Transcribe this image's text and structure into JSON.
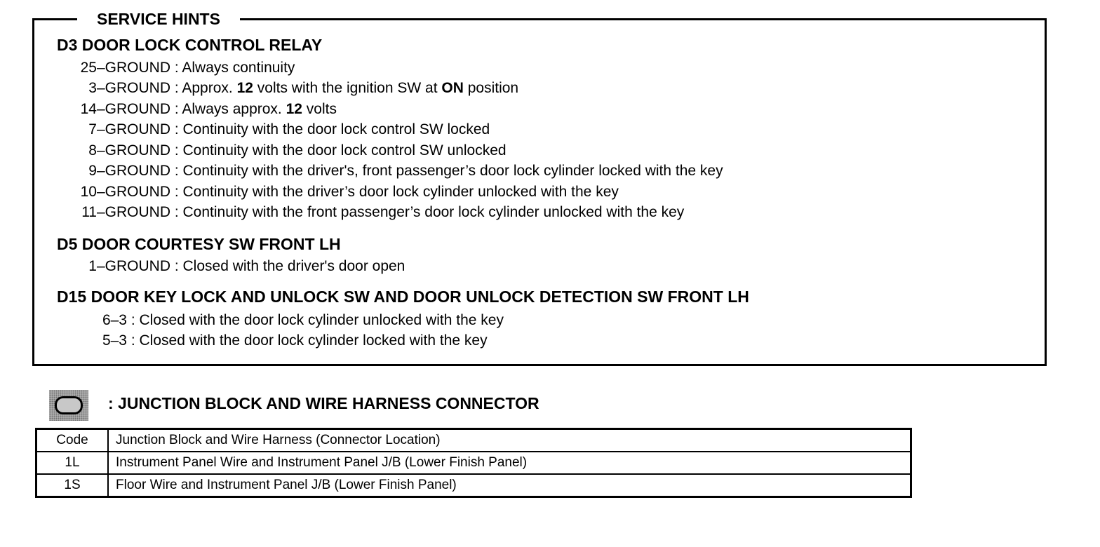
{
  "service_hints": {
    "title": "SERVICE HINTS",
    "sections": [
      {
        "header": "D3  DOOR LOCK CONTROL RELAY",
        "rows": [
          {
            "pin": "25–GROUND",
            "sep": " : ",
            "pre": "Always continuity",
            "bold1": "",
            "mid": "",
            "bold2": "",
            "post": ""
          },
          {
            "pin": "3–GROUND",
            "sep": " : ",
            "pre": "Approx. ",
            "bold1": "12",
            "mid": " volts with the ignition SW at ",
            "bold2": "ON",
            "post": " position"
          },
          {
            "pin": "14–GROUND",
            "sep": " : ",
            "pre": "Always approx. ",
            "bold1": "12",
            "mid": " volts",
            "bold2": "",
            "post": ""
          },
          {
            "pin": "7–GROUND",
            "sep": " : ",
            "pre": "Continuity with the door lock control SW locked",
            "bold1": "",
            "mid": "",
            "bold2": "",
            "post": ""
          },
          {
            "pin": "8–GROUND",
            "sep": " : ",
            "pre": "Continuity with the door lock control SW unlocked",
            "bold1": "",
            "mid": "",
            "bold2": "",
            "post": ""
          },
          {
            "pin": "9–GROUND",
            "sep": " : ",
            "pre": "Continuity with the driver's, front passenger’s door lock cylinder locked with the key",
            "bold1": "",
            "mid": "",
            "bold2": "",
            "post": ""
          },
          {
            "pin": "10–GROUND",
            "sep": " : ",
            "pre": "Continuity with the driver’s door lock cylinder unlocked with the key",
            "bold1": "",
            "mid": "",
            "bold2": "",
            "post": ""
          },
          {
            "pin": "11–GROUND",
            "sep": " : ",
            "pre": "Continuity with the front passenger’s door lock cylinder unlocked with the key",
            "bold1": "",
            "mid": "",
            "bold2": "",
            "post": ""
          }
        ]
      },
      {
        "header": "D5  DOOR COURTESY SW FRONT LH",
        "rows": [
          {
            "pin": "1–GROUND",
            "sep": " : ",
            "pre": "Closed with the driver's door open",
            "bold1": "",
            "mid": "",
            "bold2": "",
            "post": ""
          }
        ]
      },
      {
        "header": "D15  DOOR KEY LOCK AND UNLOCK SW AND DOOR UNLOCK DETECTION SW FRONT LH",
        "rows": [
          {
            "pin": "6–3",
            "sep": " : ",
            "pre": "Closed with the door lock cylinder unlocked with the key",
            "bold1": "",
            "mid": "",
            "bold2": "",
            "post": ""
          },
          {
            "pin": "5–3",
            "sep": " : ",
            "pre": "Closed with the door lock cylinder locked with the key",
            "bold1": "",
            "mid": "",
            "bold2": "",
            "post": ""
          }
        ]
      }
    ]
  },
  "junction_block": {
    "icon": "connector-icon",
    "title": ": JUNCTION BLOCK AND WIRE HARNESS CONNECTOR",
    "table": {
      "headers": [
        "Code",
        "Junction Block and Wire Harness (Connector Location)"
      ],
      "rows": [
        [
          "1L",
          "Instrument Panel Wire and Instrument Panel J/B (Lower Finish Panel)"
        ],
        [
          "1S",
          "Floor Wire and Instrument Panel J/B (Lower Finish Panel)"
        ]
      ]
    }
  }
}
